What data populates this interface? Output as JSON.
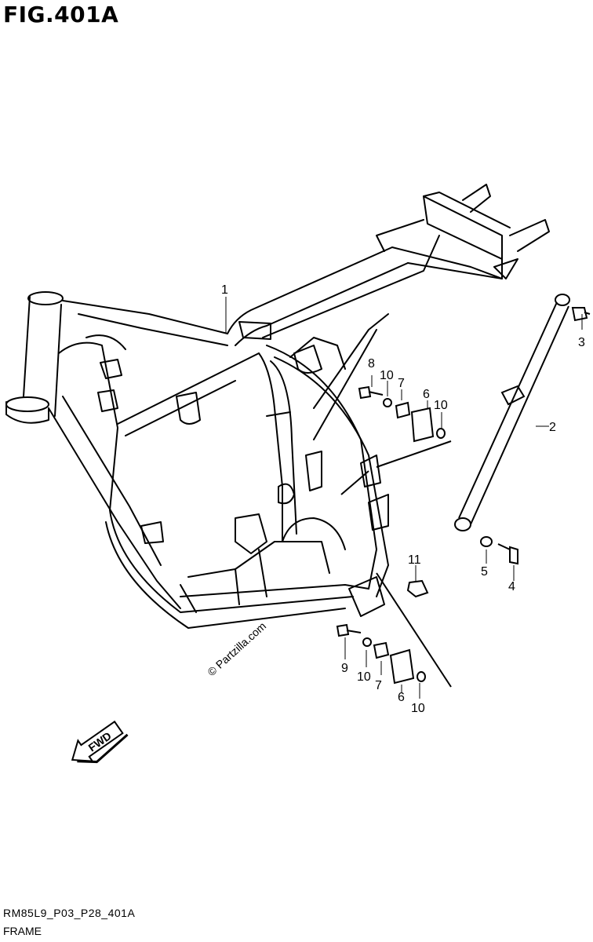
{
  "figure": {
    "title": "FIG.401A",
    "code": "RM85L9_P03_P28_401A",
    "name": "FRAME",
    "watermark": "© Partzilla.com",
    "fwd_label": "FWD"
  },
  "callouts": [
    "1",
    "2",
    "3",
    "4",
    "5",
    "6",
    "7",
    "8",
    "9",
    "10",
    "11"
  ],
  "labels": {
    "l1": "1",
    "l2": "2",
    "l3": "3",
    "l4": "4",
    "l5": "5",
    "l6a": "6",
    "l6b": "6",
    "l7a": "7",
    "l7b": "7",
    "l8": "8",
    "l9": "9",
    "l10a": "10",
    "l10b": "10",
    "l10c": "10",
    "l10d": "10",
    "l11": "11"
  },
  "colors": {
    "line": "#000000",
    "background": "#ffffff"
  }
}
